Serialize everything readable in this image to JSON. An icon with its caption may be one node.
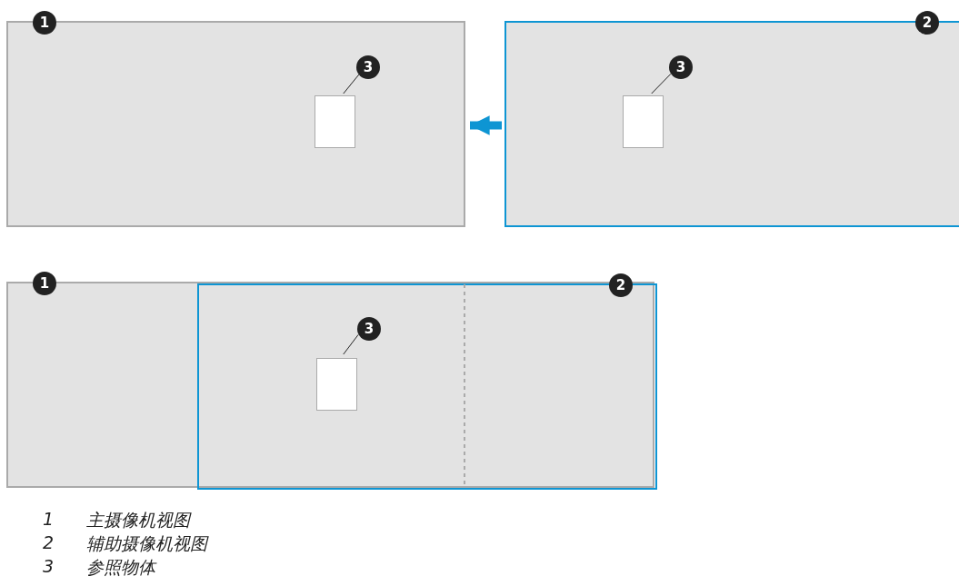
{
  "diagram": {
    "nodes": [
      {
        "text": [],
        "shape": "box"
      },
      {
        "text": [
          "1"
        ],
        "in": 0
      },
      {
        "text": [
          "3"
        ],
        "in": 0
      },
      {
        "text": [],
        "shape": "box",
        "in": 0
      },
      {
        "text": [],
        "shape": "box"
      },
      {
        "text": [
          "2"
        ],
        "in": 4
      },
      {
        "text": [
          "3"
        ],
        "in": 4
      },
      {
        "text": [],
        "shape": "box",
        "in": 4
      },
      {
        "text": [],
        "shape": "box"
      },
      {
        "text": [
          "1"
        ],
        "in": 8
      },
      {
        "text": [],
        "shape": "box",
        "in": 8
      },
      {
        "text": [
          "2"
        ],
        "in": 10
      },
      {
        "text": [
          "3"
        ],
        "in": 10
      },
      {
        "text": [],
        "shape": "box",
        "in": 10
      }
    ],
    "edges": [
      {
        "from": 2,
        "to": 3,
        "arrow": "none"
      },
      {
        "from": 6,
        "to": 7,
        "arrow": "none"
      },
      {
        "from": 4,
        "to": 0,
        "arrow": "to",
        "style": "thick",
        "color": "#0e95d3"
      },
      {
        "from": 12,
        "to": 13,
        "arrow": "none"
      }
    ],
    "labels": [
      "1",
      "主摄像机视图",
      "2",
      "辅助摄像机视图",
      "3",
      "参照物体"
    ]
  }
}
